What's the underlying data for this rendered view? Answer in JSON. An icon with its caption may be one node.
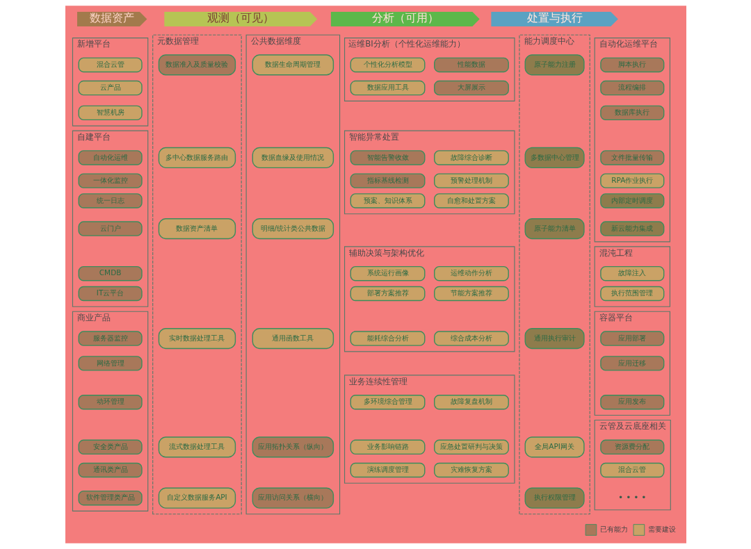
{
  "diagram": {
    "nodes": [
      {
        "text": [
          "数据资产"
        ]
      },
      {
        "text": [
          "观测（可见）"
        ]
      },
      {
        "text": [
          "分析（可用）"
        ]
      },
      {
        "text": [
          "处置与执行"
        ]
      },
      {
        "text": [
          "新增平台"
        ]
      },
      {
        "text": [
          "混合云管"
        ],
        "in": 4
      },
      {
        "text": [
          "云产品"
        ],
        "in": 4
      },
      {
        "text": [
          "智慧机房"
        ],
        "in": 4
      },
      {
        "text": [
          "自建平台"
        ]
      },
      {
        "text": [
          "自动化运维"
        ],
        "in": 8
      },
      {
        "text": [
          "一体化监控"
        ],
        "in": 8
      },
      {
        "text": [
          "统一日志"
        ],
        "in": 8
      },
      {
        "text": [
          "云门户"
        ],
        "in": 8
      },
      {
        "text": [
          "CMDB"
        ],
        "in": 8
      },
      {
        "text": [
          "IT云平台"
        ],
        "in": 8
      },
      {
        "text": [
          "商业产品"
        ]
      },
      {
        "text": [
          "服务器监控"
        ],
        "in": 15
      },
      {
        "text": [
          "网络管理"
        ],
        "in": 15
      },
      {
        "text": [
          "动环管理"
        ],
        "in": 15
      },
      {
        "text": [
          "安全类产品"
        ],
        "in": 15
      },
      {
        "text": [
          "通讯类产品"
        ],
        "in": 15
      },
      {
        "text": [
          "软件管理类产品"
        ],
        "in": 15
      },
      {
        "text": [
          "元数据管理"
        ]
      },
      {
        "text": [
          "数据准入及质量校验"
        ],
        "in": 22
      },
      {
        "text": [
          "多中心数据服务路由"
        ],
        "in": 22
      },
      {
        "text": [
          "数据资产清单"
        ],
        "in": 22
      },
      {
        "text": [
          "实时数据处理工具"
        ],
        "in": 22
      },
      {
        "text": [
          "流式数据处理工具"
        ],
        "in": 22
      },
      {
        "text": [
          "自定义数据服务API"
        ],
        "in": 22
      },
      {
        "text": [
          "公共数据维度"
        ]
      },
      {
        "text": [
          "数据生命周期管理"
        ],
        "in": 29
      },
      {
        "text": [
          "数据血缘及使用情况"
        ],
        "in": 29
      },
      {
        "text": [
          "明细/统计类公共数据"
        ],
        "in": 29
      },
      {
        "text": [
          "通用函数工具"
        ],
        "in": 29
      },
      {
        "text": [
          "应用拓扑关系（纵向）"
        ],
        "in": 29
      },
      {
        "text": [
          "应用访问关系（横向）"
        ],
        "in": 29
      },
      {
        "text": [
          "运维BI分析（个性化运维能力）"
        ]
      },
      {
        "text": [
          "个性化分析模型"
        ],
        "in": 36
      },
      {
        "text": [
          "性能数据"
        ],
        "in": 36
      },
      {
        "text": [
          "数据应用工具"
        ],
        "in": 36
      },
      {
        "text": [
          "大屏展示"
        ],
        "in": 36
      },
      {
        "text": [
          "智能异常处置"
        ]
      },
      {
        "text": [
          "智能告警收敛"
        ],
        "in": 41
      },
      {
        "text": [
          "故障综合诊断"
        ],
        "in": 41
      },
      {
        "text": [
          "指标基线检测"
        ],
        "in": 41
      },
      {
        "text": [
          "预警处理机制"
        ],
        "in": 41
      },
      {
        "text": [
          "预案、知识体系"
        ],
        "in": 41
      },
      {
        "text": [
          "自愈和处置方案"
        ],
        "in": 41
      },
      {
        "text": [
          "辅助决策与架构优化"
        ]
      },
      {
        "text": [
          "系统运行画像"
        ],
        "in": 48
      },
      {
        "text": [
          "运维动作分析"
        ],
        "in": 48
      },
      {
        "text": [
          "部署方案推荐"
        ],
        "in": 48
      },
      {
        "text": [
          "节能方案推荐"
        ],
        "in": 48
      },
      {
        "text": [
          "能耗综合分析"
        ],
        "in": 48
      },
      {
        "text": [
          "综合成本分析"
        ],
        "in": 48
      },
      {
        "text": [
          "业务连续性管理"
        ]
      },
      {
        "text": [
          "多环境综合管理"
        ],
        "in": 55
      },
      {
        "text": [
          "故障复盘机制"
        ],
        "in": 55
      },
      {
        "text": [
          "业务影响链路"
        ],
        "in": 55
      },
      {
        "text": [
          "应急处置研判与决策"
        ],
        "in": 55
      },
      {
        "text": [
          "演练调度管理"
        ],
        "in": 55
      },
      {
        "text": [
          "灾难恢复方案"
        ],
        "in": 55
      },
      {
        "text": [
          "能力调度中心"
        ]
      },
      {
        "text": [
          "原子能力注册"
        ],
        "in": 62
      },
      {
        "text": [
          "多数据中心管理"
        ],
        "in": 62
      },
      {
        "text": [
          "原子能力清单"
        ],
        "in": 62
      },
      {
        "text": [
          "通用执行审计"
        ],
        "in": 62
      },
      {
        "text": [
          "全局API网关"
        ],
        "in": 62
      },
      {
        "text": [
          "执行权限管理"
        ],
        "in": 62
      },
      {
        "text": [
          "自动化运维平台"
        ]
      },
      {
        "text": [
          "脚本执行"
        ],
        "in": 69
      },
      {
        "text": [
          "流程编排"
        ],
        "in": 69
      },
      {
        "text": [
          "数据库执行"
        ],
        "in": 69
      },
      {
        "text": [
          "文件批量传输"
        ],
        "in": 69
      },
      {
        "text": [
          "RPA作业执行"
        ],
        "in": 69
      },
      {
        "text": [
          "内部定时调度"
        ],
        "in": 69
      },
      {
        "text": [
          "新云能力集成"
        ],
        "in": 69
      },
      {
        "text": [
          "混沌工程"
        ]
      },
      {
        "text": [
          "故障注入"
        ],
        "in": 77
      },
      {
        "text": [
          "执行范围管理"
        ],
        "in": 77
      },
      {
        "text": [
          "容器平台"
        ]
      },
      {
        "text": [
          "应用部署"
        ],
        "in": 80
      },
      {
        "text": [
          "应用迁移"
        ],
        "in": 80
      },
      {
        "text": [
          "应用发布"
        ],
        "in": 80
      },
      {
        "text": [
          "云管及云底座相关"
        ]
      },
      {
        "text": [
          "资源费分配"
        ],
        "in": 84
      },
      {
        "text": [
          "混合云管"
        ],
        "in": 84
      }
    ],
    "labels": [
      "• • • •"
    ],
    "legend": [
      {
        "text": "已有能力",
        "color": "#a8785a"
      },
      {
        "text": "需要建设",
        "color": "#caa266"
      }
    ]
  }
}
